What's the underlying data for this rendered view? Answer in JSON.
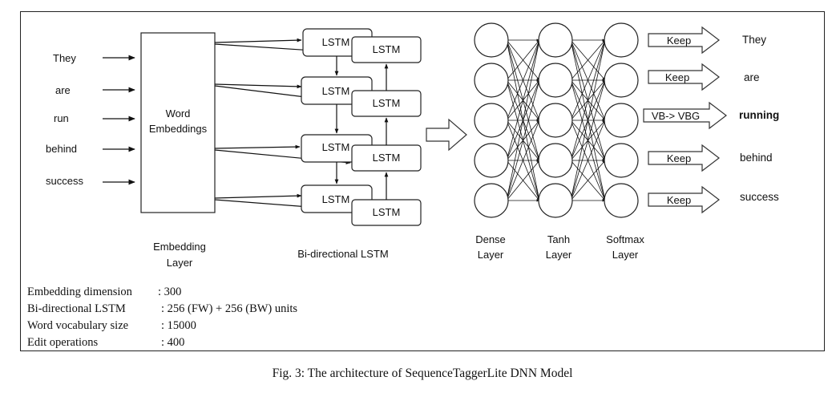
{
  "inputs": [
    "They",
    "are",
    "run",
    "behind",
    "success"
  ],
  "embedding_box_label": [
    "Word",
    "Embeddings"
  ],
  "embedding_caption": [
    "Embedding",
    "Layer"
  ],
  "lstm_label": "LSTM",
  "bilstm_caption": "Bi-directional LSTM",
  "dense_caption": [
    "Dense",
    "Layer"
  ],
  "tanh_caption": [
    "Tanh",
    "Layer"
  ],
  "softmax_caption": [
    "Softmax",
    "Layer"
  ],
  "operations": [
    "Keep",
    "Keep",
    "VB-> VBG",
    "Keep",
    "Keep"
  ],
  "outputs": [
    "They",
    "are",
    "running",
    "behind",
    "success"
  ],
  "specs": [
    {
      "label": "Embedding dimension",
      "value": ": 300"
    },
    {
      "label": "Bi-directional  LSTM",
      "value": ": 256 (FW) + 256 (BW) units"
    },
    {
      "label": "Word vocabulary size",
      "value": ": 15000"
    },
    {
      "label": "Edit operations",
      "value": ": 400"
    }
  ],
  "figure_caption": "Fig. 3: The architecture of SequenceTaggerLite DNN Model"
}
